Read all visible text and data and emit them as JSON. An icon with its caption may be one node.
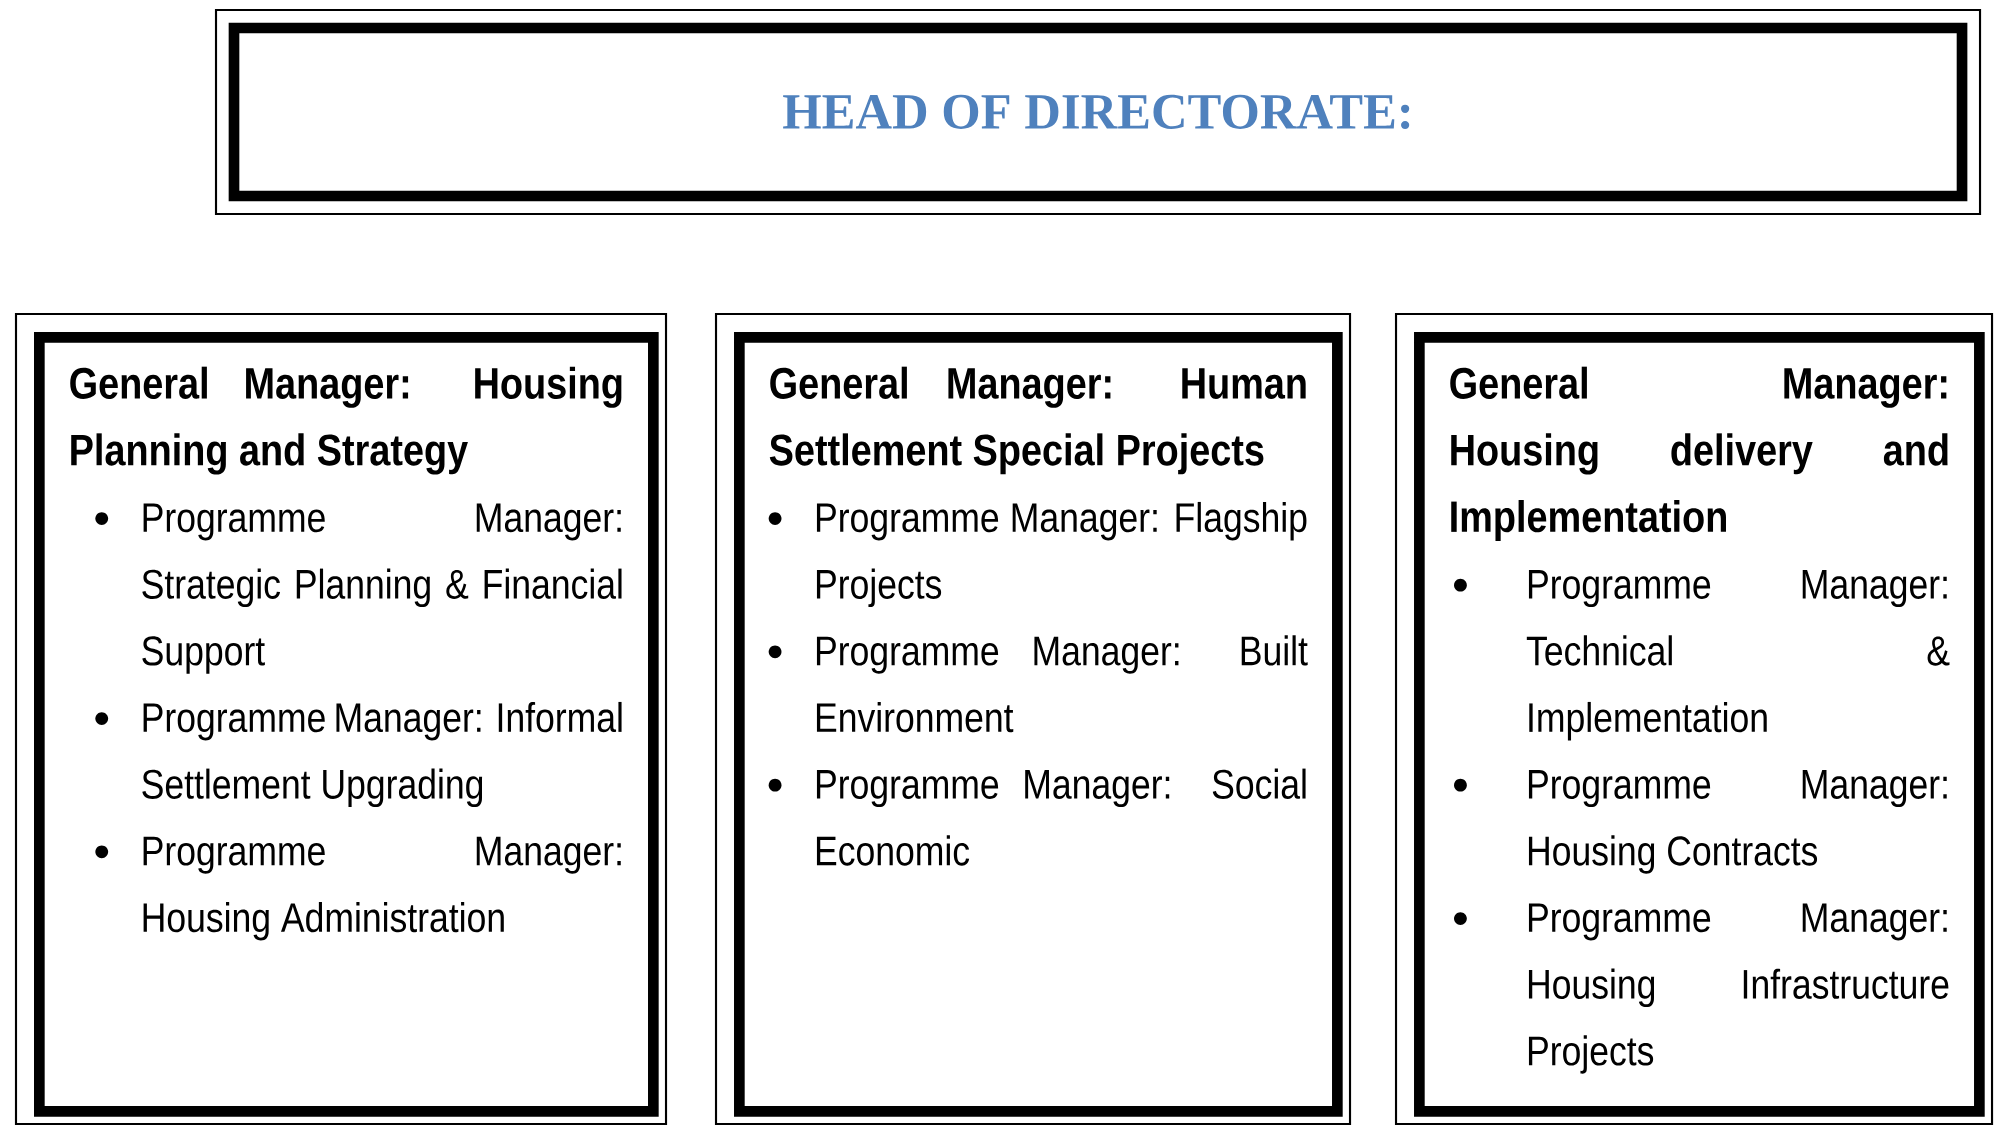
{
  "diagram": {
    "nodes": [
      {
        "text": [
          "HEAD OF DIRECTORATE:"
        ]
      },
      {
        "text": [
          "General Manager: Housing Planning and Strategy",
          "Programme Manager: Strategic Planning & Financial Support",
          "Programme Manager: Informal Settlement Upgrading",
          "Programme Manager: Housing Administration"
        ]
      },
      {
        "text": [
          "General Manager: Human Settlement Special Projects",
          "Programme Manager: Flagship Projects",
          "Programme Manager: Built Environment",
          "Programme Manager: Social Economic"
        ]
      },
      {
        "text": [
          "General Manager: Housing delivery and Implementation",
          "Programme Manager: Technical & Implementation",
          "Programme Manager: Housing Contracts",
          "Programme Manager: Housing Infrastructure Projects"
        ]
      }
    ]
  }
}
